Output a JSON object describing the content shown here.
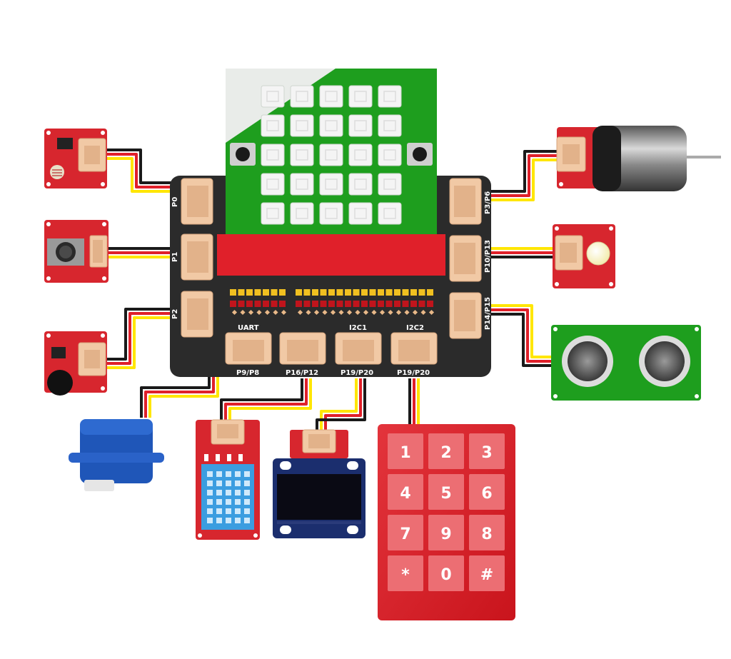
{
  "ports": {
    "left": [
      "P0",
      "P1",
      "P2"
    ],
    "right": [
      "P3/P6",
      "P10/P13",
      "P14/P15"
    ],
    "bottom": [
      "P9/P8",
      "P16/P12",
      "P19/P20",
      "P19/P20"
    ],
    "top_labels": [
      "UART",
      "I2C1",
      "I2C2"
    ]
  },
  "keypad": {
    "keys": [
      "1",
      "2",
      "3",
      "4",
      "5",
      "6",
      "7",
      "9",
      "8",
      "*",
      "0",
      "#"
    ]
  },
  "colors": {
    "board": "#2b2b2b",
    "microbit": "#1e9e1e",
    "module_red": "#d7262e",
    "connector": "#f1c9a5",
    "wire_yellow": "#ffe600",
    "wire_red": "#e0202a",
    "wire_black": "#1a1a1a"
  }
}
